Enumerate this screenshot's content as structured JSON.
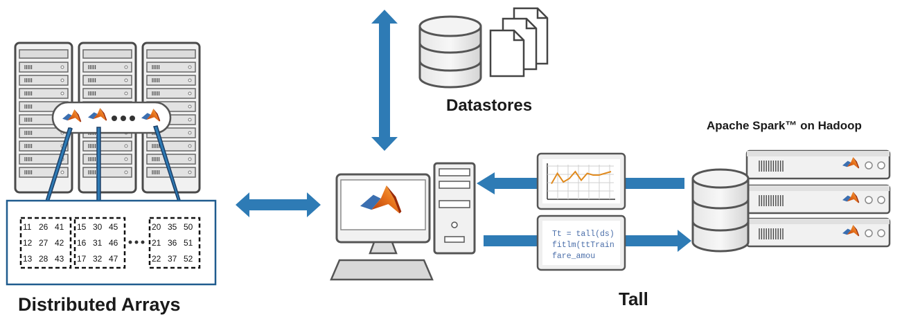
{
  "labels": {
    "distributed_arrays": "Distributed Arrays",
    "datastores": "Datastores",
    "tall": "Tall",
    "spark_hadoop": "Apache Spark™ on Hadoop"
  },
  "array_blocks": [
    {
      "rows": [
        [
          "11",
          "26",
          "41"
        ],
        [
          "12",
          "27",
          "42"
        ],
        [
          "13",
          "28",
          "43"
        ]
      ]
    },
    {
      "rows": [
        [
          "15",
          "30",
          "45"
        ],
        [
          "16",
          "31",
          "46"
        ],
        [
          "17",
          "32",
          "47"
        ]
      ]
    },
    {
      "rows": [
        [
          "20",
          "35",
          "50"
        ],
        [
          "21",
          "36",
          "51"
        ],
        [
          "22",
          "37",
          "52"
        ]
      ]
    }
  ],
  "code_lines": [
    "Tt = tall(ds)",
    "fitlm(ttTrain",
    "fare_amou"
  ],
  "plot_series": [
    9,
    15,
    10,
    12,
    16,
    11,
    15,
    14,
    14,
    15,
    16
  ],
  "colors": {
    "arrow_blue": "#2e7bb5",
    "array_border": "#1f5b8e",
    "plot_line": "#e08a1e",
    "code_text": "#4a6ea9",
    "matlab_orange": "#e8731c",
    "matlab_blue": "#3b6fb0"
  },
  "icons": {
    "servers": "server-rack-icon",
    "matlab": "matlab-logo-icon",
    "datastore": "database-icon",
    "files": "document-stack-icon",
    "computer": "desktop-computer-icon"
  }
}
